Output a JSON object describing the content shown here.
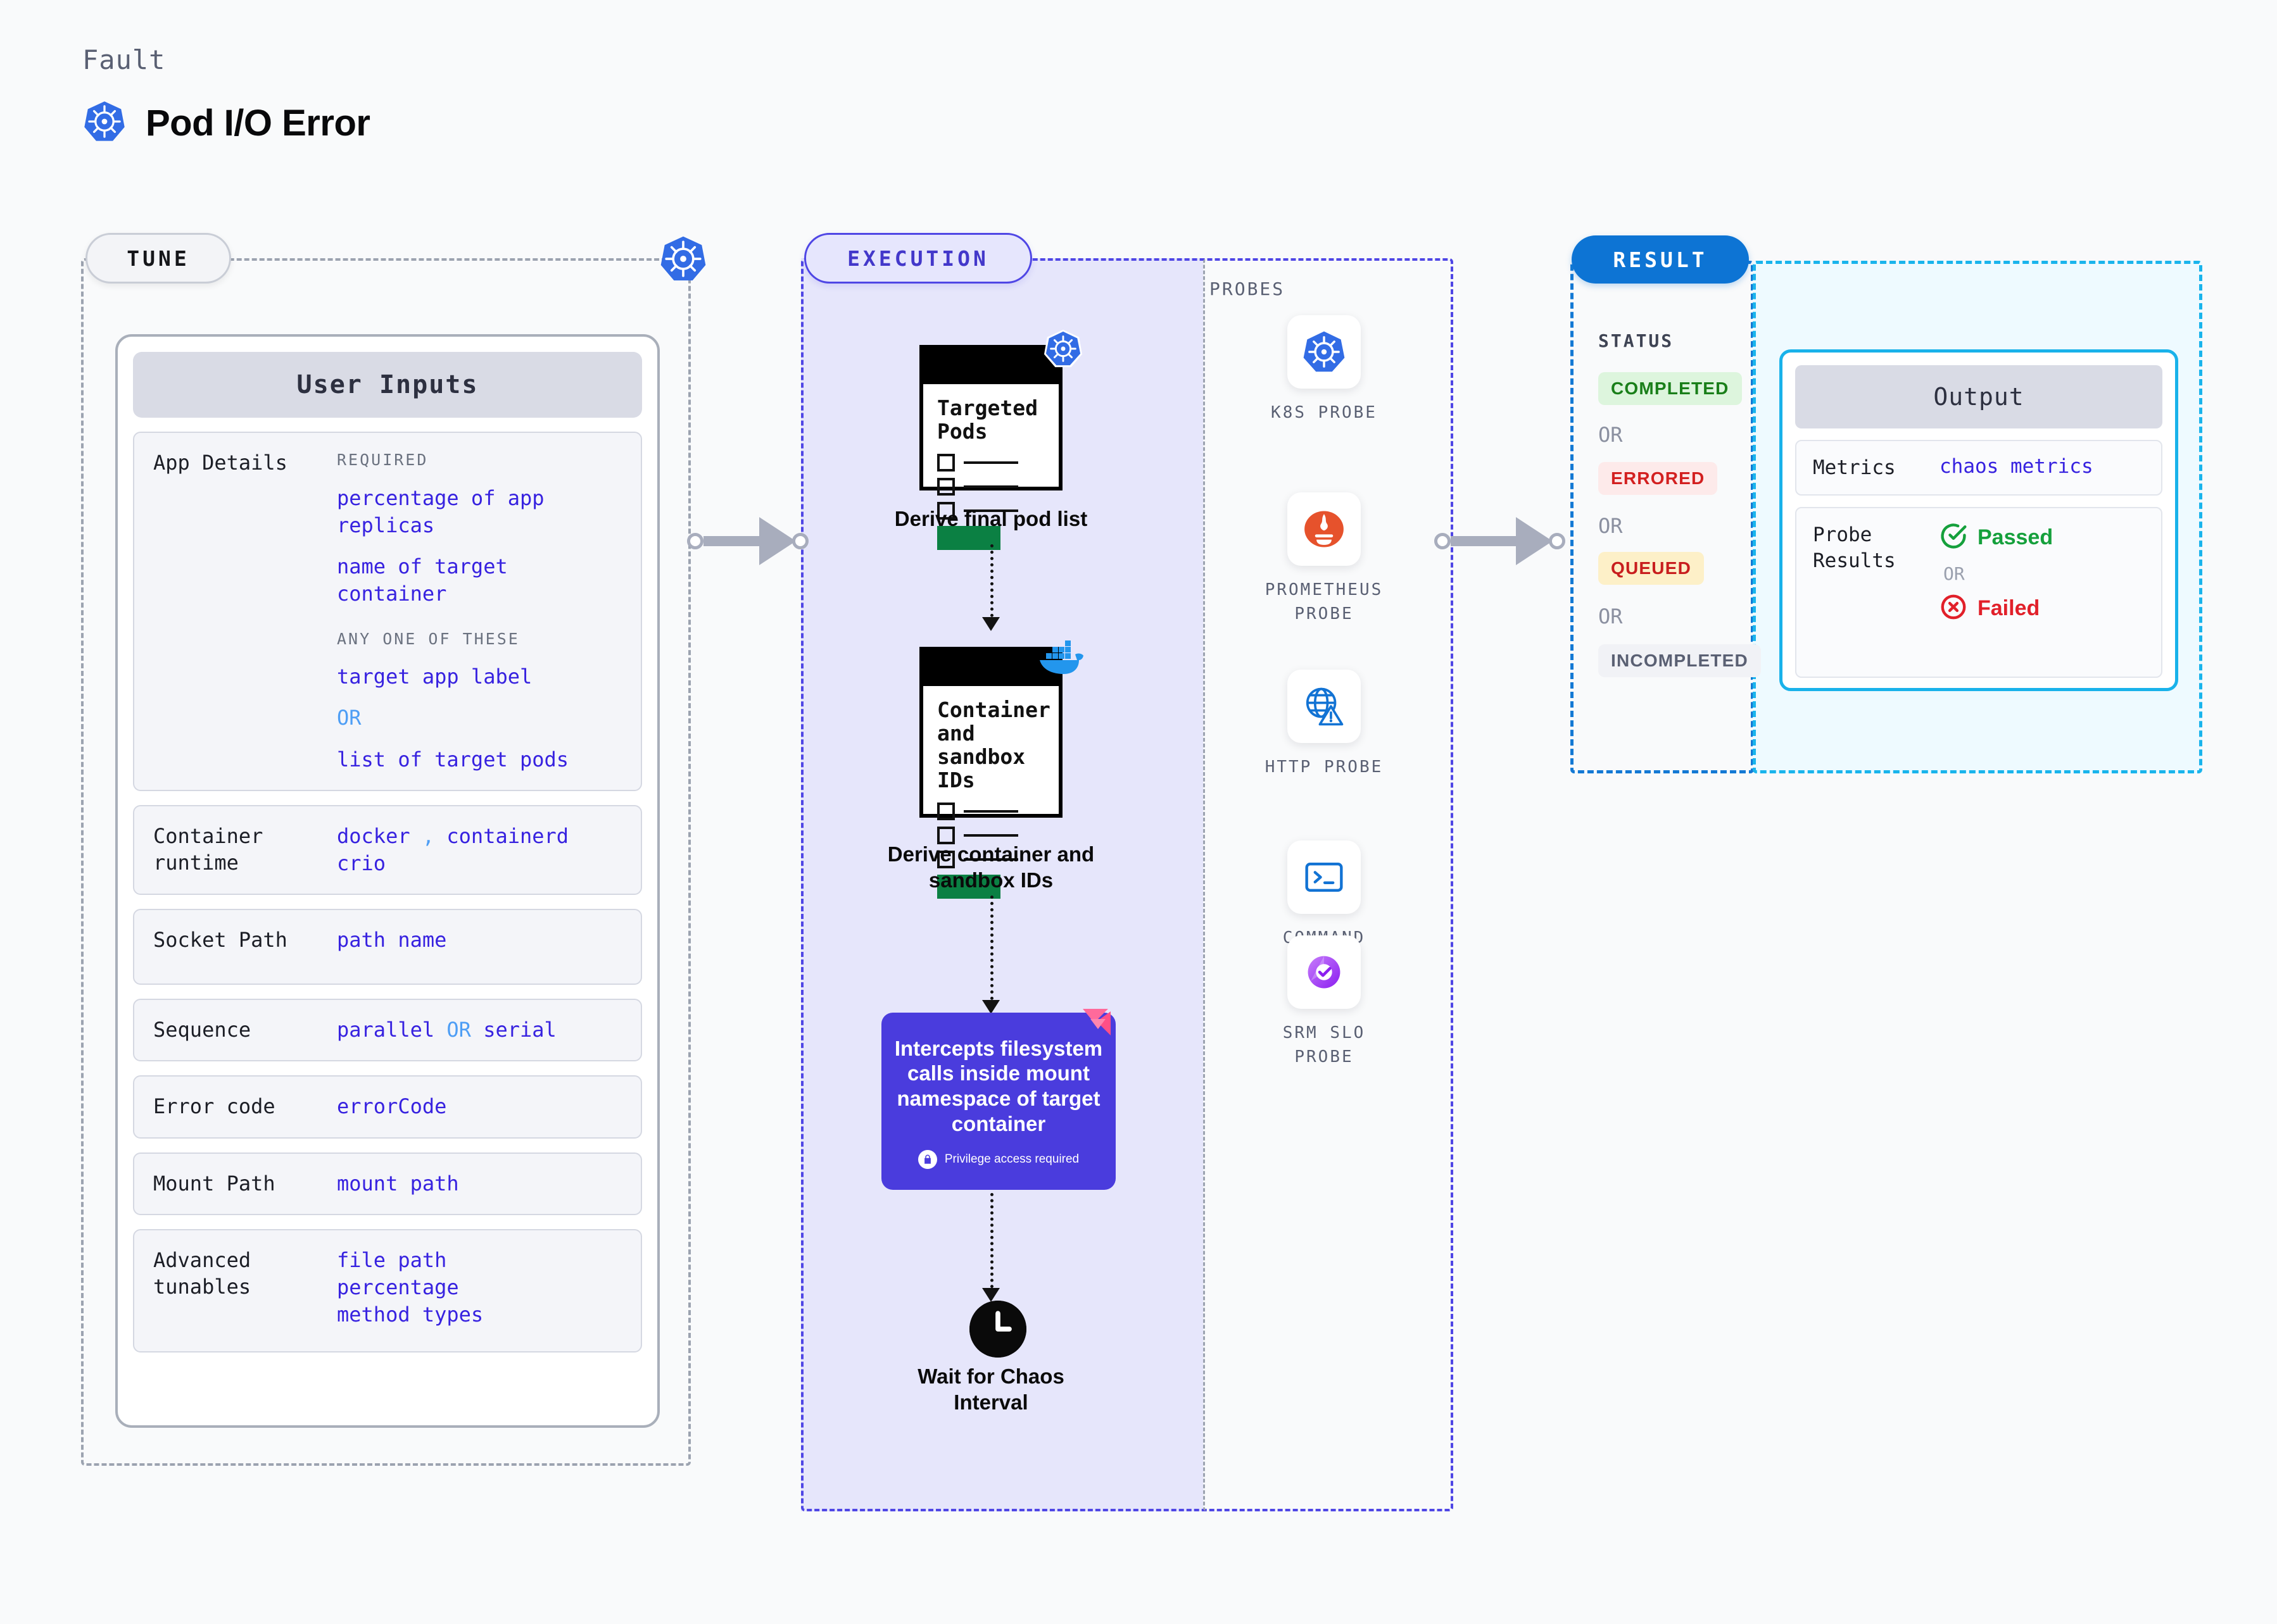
{
  "header": {
    "eyebrow": "Fault",
    "title": "Pod I/O Error",
    "icon": "kubernetes-icon"
  },
  "sections": {
    "tune": {
      "label": "TUNE"
    },
    "execution": {
      "label": "EXECUTION"
    },
    "probes": {
      "label": "PROBES"
    },
    "result": {
      "label": "RESULT"
    }
  },
  "user_inputs": {
    "header": "User Inputs",
    "rows": [
      {
        "label": "App Details",
        "caption_required": "REQUIRED",
        "required": [
          "percentage of app replicas",
          "name of target container"
        ],
        "caption_any": "ANY ONE OF THESE",
        "any_one": [
          "target app label",
          "list of target pods"
        ],
        "or": "OR"
      },
      {
        "label": "Container runtime",
        "values": [
          "docker",
          "containerd",
          "crio"
        ],
        "separator": ","
      },
      {
        "label": "Socket Path",
        "values": [
          "path name"
        ]
      },
      {
        "label": "Sequence",
        "values": [
          "parallel",
          "serial"
        ],
        "or": "OR"
      },
      {
        "label": "Error code",
        "values": [
          "errorCode"
        ]
      },
      {
        "label": "Mount Path",
        "values": [
          "mount path"
        ]
      },
      {
        "label": "Advanced tunables",
        "values": [
          "file path",
          "percentage",
          "method types"
        ]
      }
    ]
  },
  "execution": {
    "nodes": [
      {
        "card_title": "Targeted Pods",
        "caption": "Derive final pod list",
        "badge": "kubernetes-icon"
      },
      {
        "card_title": "Container and sandbox IDs",
        "caption": "Derive container and sandbox IDs",
        "badge": "docker-icon"
      }
    ],
    "intercept": {
      "text": "Intercepts filesystem calls inside mount namespace of target container",
      "privilege_note": "Privilege access required",
      "badge": "litmus-icon",
      "color": "#4a3cdd"
    },
    "wait": {
      "caption": "Wait for Chaos Interval",
      "icon": "clock-icon"
    }
  },
  "probes": [
    {
      "name": "K8S PROBE",
      "icon": "kubernetes-icon"
    },
    {
      "name": "PROMETHEUS PROBE",
      "icon": "prometheus-icon"
    },
    {
      "name": "HTTP PROBE",
      "icon": "globe-warning-icon"
    },
    {
      "name": "COMMAND PROBE",
      "icon": "terminal-icon"
    },
    {
      "name": "SRM SLO PROBE",
      "icon": "srm-slo-icon"
    }
  ],
  "result": {
    "status_label": "STATUS",
    "or": "OR",
    "statuses": [
      {
        "label": "COMPLETED",
        "bg": "#ddf5dd",
        "fg": "#1a7f1a"
      },
      {
        "label": "ERRORED",
        "bg": "#fdeaea",
        "fg": "#d32020"
      },
      {
        "label": "QUEUED",
        "bg": "#fdf0c8",
        "fg": "#c81e1e"
      },
      {
        "label": "INCOMPLETED",
        "bg": "#f1f2f6",
        "fg": "#5a6073"
      }
    ]
  },
  "output": {
    "header": "Output",
    "metrics_label": "Metrics",
    "metrics_value": "chaos metrics",
    "probe_results_label": "Probe Results",
    "passed": "Passed",
    "failed": "Failed",
    "or": "OR"
  }
}
